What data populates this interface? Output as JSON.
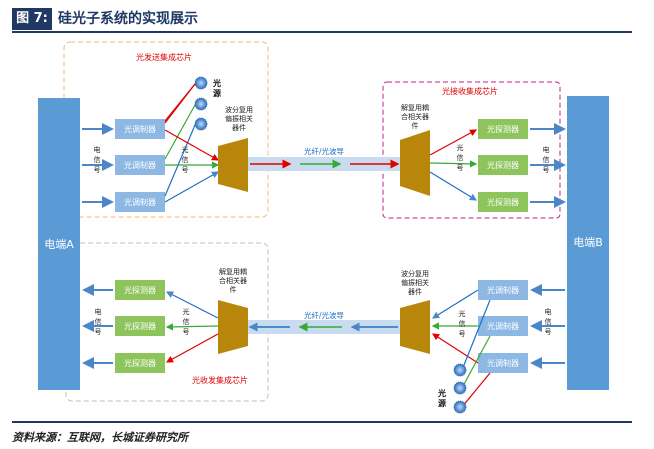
{
  "figure": {
    "tag": "图 7:",
    "title": "硅光子系统的实现展示"
  },
  "source": "资料来源：互联网，长城证券研究所",
  "electric_end_a": "电端A",
  "electric_end_b": "电端B",
  "chips": {
    "tx_top": "光发送集成芯片",
    "rx_top": "光接收集成芯片",
    "rx_bottom": "光收发集成芯片"
  },
  "labels": {
    "modulator": "光调制器",
    "detector": "光探测器",
    "light_source": "光源",
    "electric_signal": "电信号",
    "optical_signal": "光信号",
    "mux": "波分复用偏振相关器件",
    "demux": "解复用耦合相关器件",
    "fiber": "光纤/光波导"
  },
  "colors": {
    "box_fill": "#a9c9ea",
    "mod_fill": "#8cb8e3",
    "det_fill": "#8ec45c",
    "end_fill": "#5b9bd5",
    "mux_fill": "#b8860b",
    "red": "#e00000",
    "green": "#38a838"
  }
}
